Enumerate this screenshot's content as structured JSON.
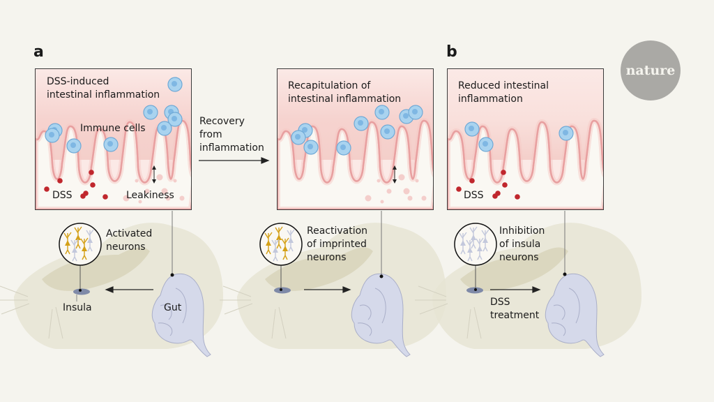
{
  "figure": {
    "publisher_logo": "nature",
    "panel_a": {
      "letter": "a",
      "box1": {
        "title": "DSS-induced\nintestinal inflammation",
        "immune_cells_label": "Immune cells",
        "dss_label": "DSS",
        "leakiness_label": "Leakiness"
      },
      "transition_label": "Recovery\nfrom\ninflammation",
      "box2": {
        "title": "Recapitulation of\nintestinal inflammation"
      },
      "mouse1": {
        "neurons_label": "Activated\nneurons",
        "insula_label": "Insula",
        "gut_label": "Gut"
      },
      "mouse2": {
        "neurons_label": "Reactivation\nof imprinted\nneurons"
      }
    },
    "panel_b": {
      "letter": "b",
      "box": {
        "title": "Reduced intestinal\ninflammation",
        "dss_label": "DSS"
      },
      "mouse": {
        "neurons_label": "Inhibition\nof insula\nneurons",
        "treatment_label": "DSS\ntreatment"
      }
    },
    "colors": {
      "background": "#f5f4ee",
      "inflamed_tissue": "#f7d9d6",
      "epithelium_line": "#e8a0a0",
      "immune_cell": "#a9d3ef",
      "dss_particle": "#c0272d",
      "active_neuron": "#d4a017",
      "inactive_neuron": "#c3c8dc",
      "gut": "#d5d9ea",
      "mouse": "#e6e4d4",
      "logo": "#aaa9a5"
    }
  }
}
